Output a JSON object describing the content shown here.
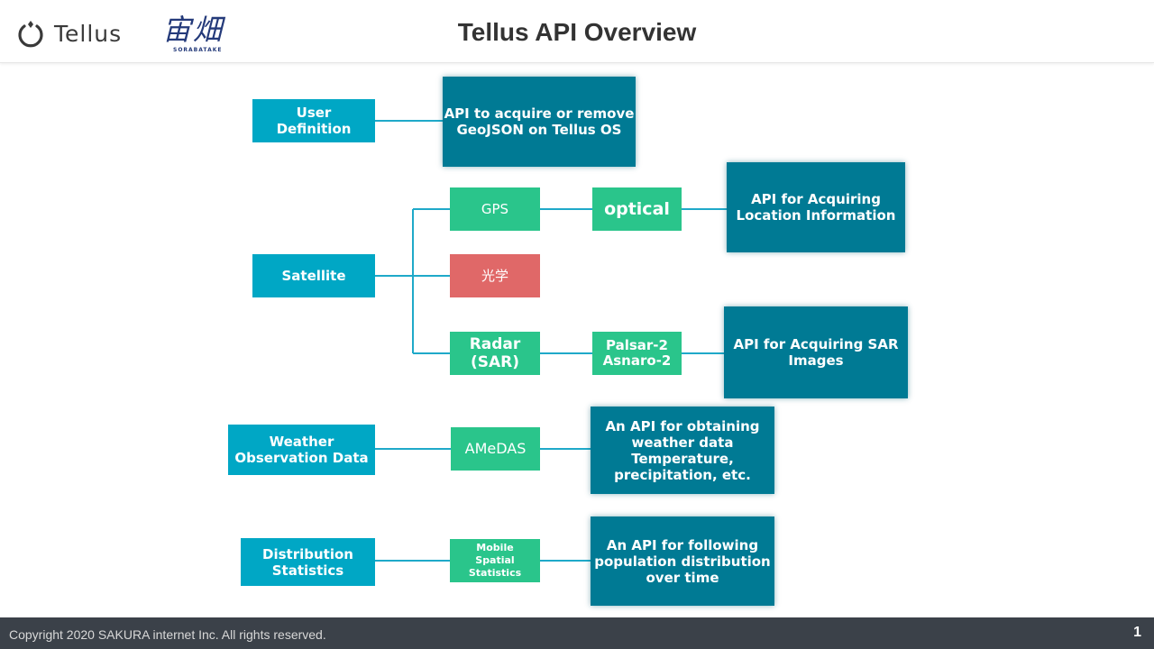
{
  "header": {
    "logo_text": "Tellus",
    "logo2_text": "宙畑",
    "logo2_sub": "SORABATAKE",
    "title": "Tellus API Overview"
  },
  "diagram": {
    "categories": {
      "user_definition": "User\nDefinition",
      "satellite": "Satellite",
      "weather": "Weather\nObservation Data",
      "distribution": "Distribution\nStatistics"
    },
    "sources": {
      "gps": "GPS",
      "optical": "光学",
      "radar": "Radar\n(SAR)",
      "amedas": "AMeDAS",
      "mobile": "Mobile\nSpatial\nStatistics"
    },
    "sub": {
      "optical": "optical",
      "palsar": "Palsar-2\nAsnaro-2"
    },
    "apis": {
      "geojson": "API to acquire or remove\nGeoJSON on Tellus OS",
      "location": "API for Acquiring\nLocation Information",
      "sar": "API for Acquiring SAR\nImages",
      "weather": "An API for obtaining\nweather data\nTemperature,\nprecipitation, etc.",
      "population": "An API for following\npopulation distribution\nover time"
    },
    "colors": {
      "category": "#00a7c5",
      "source": "#2ac58b",
      "source_alt": "#e06868",
      "api": "#007a94",
      "line": "#1fa9c9"
    }
  },
  "footer": {
    "copyright": "Copyright 2020 SAKURA internet Inc. All rights reserved.",
    "page_number": "1"
  }
}
